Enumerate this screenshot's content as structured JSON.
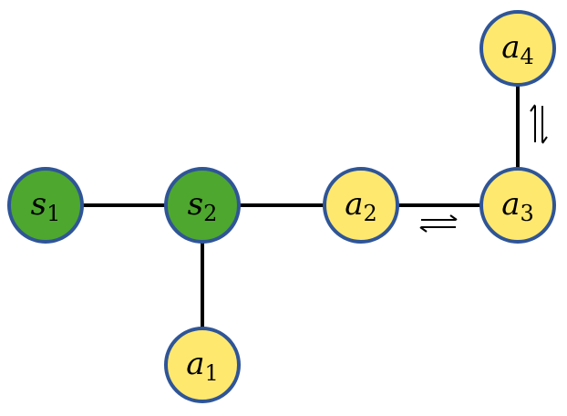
{
  "colors": {
    "source": "#4ea72e",
    "agent": "#ffe86e",
    "border": "#2f5597",
    "edge": "#000000"
  },
  "nodes": [
    {
      "id": "s1",
      "base": "s",
      "sub": "1",
      "kind": "source"
    },
    {
      "id": "s2",
      "base": "s",
      "sub": "2",
      "kind": "source"
    },
    {
      "id": "a1",
      "base": "a",
      "sub": "1",
      "kind": "agent"
    },
    {
      "id": "a2",
      "base": "a",
      "sub": "2",
      "kind": "agent"
    },
    {
      "id": "a3",
      "base": "a",
      "sub": "3",
      "kind": "agent"
    },
    {
      "id": "a4",
      "base": "a",
      "sub": "4",
      "kind": "agent"
    }
  ],
  "edges": [
    {
      "from": "s1",
      "to": "s2"
    },
    {
      "from": "s2",
      "to": "a2"
    },
    {
      "from": "s2",
      "to": "a1"
    },
    {
      "from": "a2",
      "to": "a3",
      "bidirectional": true
    },
    {
      "from": "a3",
      "to": "a4",
      "bidirectional": true
    }
  ]
}
